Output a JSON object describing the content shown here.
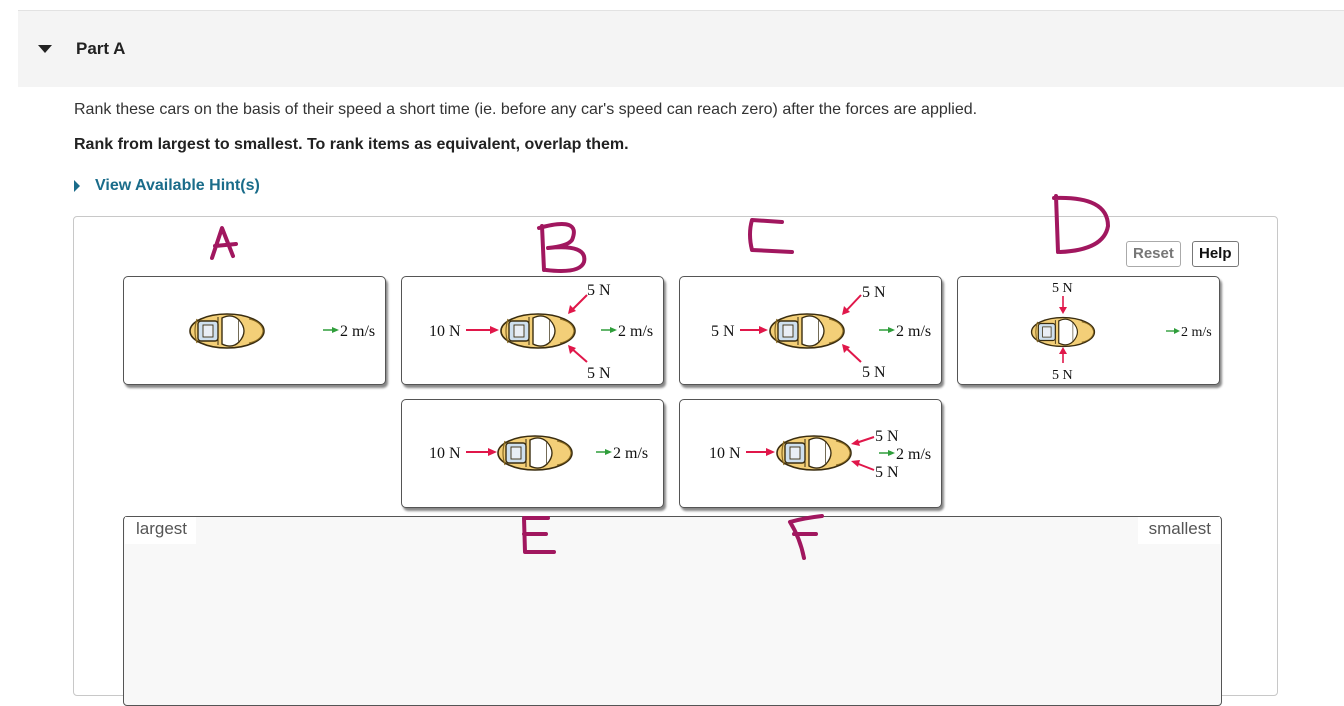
{
  "part": {
    "title": "Part A"
  },
  "question": {
    "text": "Rank these cars on the basis of their speed a short time (ie. before any car's speed can reach zero) after the forces are applied.",
    "instruction": "Rank from largest to smallest. To rank items as equivalent, overlap them."
  },
  "hint": {
    "label": "View Available Hint(s)"
  },
  "buttons": {
    "reset": "Reset",
    "help": "Help"
  },
  "ranking": {
    "left_label": "largest",
    "right_label": "smallest"
  },
  "velocity": "2 m/s",
  "cards": [
    {
      "id": "A",
      "forces": [],
      "velocity": "2 m/s"
    },
    {
      "id": "B",
      "forces": [
        "10 N",
        "5 N",
        "5 N"
      ],
      "velocity": "2 m/s"
    },
    {
      "id": "C",
      "forces": [
        "5 N",
        "5 N",
        "5 N"
      ],
      "velocity": "2 m/s"
    },
    {
      "id": "D",
      "forces": [
        "5 N",
        "5 N"
      ],
      "velocity": "2 m/s"
    },
    {
      "id": "E",
      "forces": [
        "10 N"
      ],
      "velocity": "2 m/s"
    },
    {
      "id": "F",
      "forces": [
        "10 N",
        "5 N",
        "5 N"
      ],
      "velocity": "2 m/s"
    }
  ],
  "handwritten_letters": [
    "A",
    "B",
    "C",
    "D",
    "E",
    "F"
  ],
  "colors": {
    "force_arrow": "#e0174a",
    "velocity_arrow": "#2f9e3b",
    "ink": "#a1175f",
    "hint_link": "#1a6c8a",
    "car_body": "#f3cf78"
  }
}
